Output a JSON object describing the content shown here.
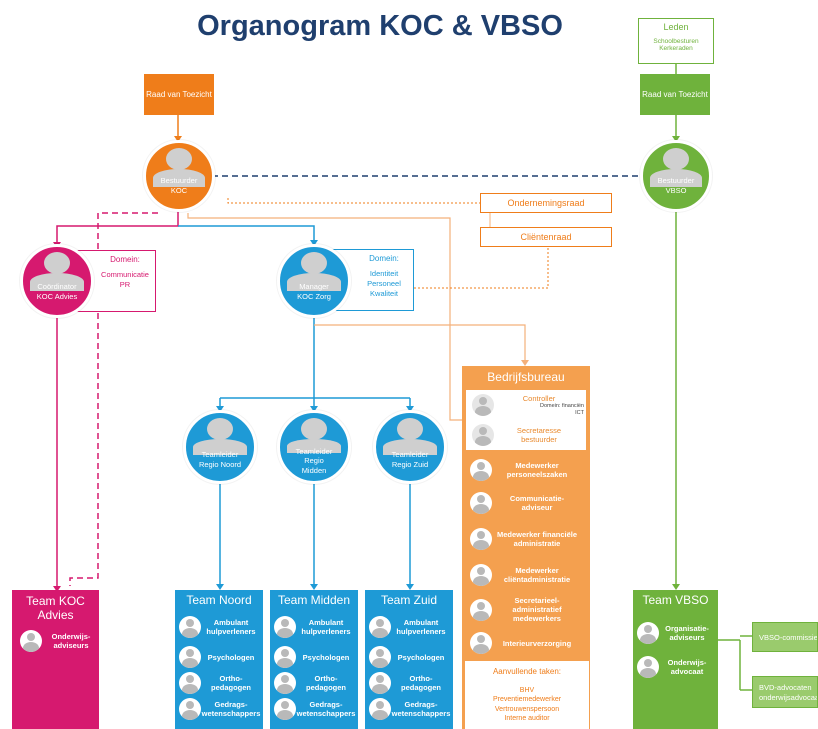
{
  "title": "Organogram KOC & VBSO",
  "colors": {
    "orange": "#ef7d1a",
    "green": "#6fb23c",
    "magenta": "#d6196f",
    "blue": "#1e9ad6",
    "navy": "#1f3f6e"
  },
  "leden": {
    "title": "Leden",
    "sub1": "Schoolbesturen",
    "sub2": "Kerkeraden"
  },
  "raad_koc": "Raad van Toezicht",
  "raad_vbso": "Raad van Toezicht",
  "bestuurder_koc": {
    "l1": "Bestuurder",
    "l2": "KOC"
  },
  "bestuurder_vbso": {
    "l1": "Bestuurder",
    "l2": "VBSO"
  },
  "ondernemingsraad": "Ondernemingsraad",
  "clientenraad": "Cliëntenraad",
  "coordinator": {
    "l1": "Coördinator",
    "l2": "KOC Advies"
  },
  "domain_koc": {
    "title": "Domein:",
    "l1": "Communicatie",
    "l2": "PR"
  },
  "manager": {
    "l1": "Manager",
    "l2": "KOC Zorg"
  },
  "domain_zorg": {
    "title": "Domein:",
    "l1": "Identiteit",
    "l2": "Personeel",
    "l3": "Kwaliteit"
  },
  "teamleiders": [
    {
      "l1": "Teamleider",
      "l2": "Regio Noord",
      "l3": ""
    },
    {
      "l1": "Teamleider",
      "l2": "Regio",
      "l3": "Midden"
    },
    {
      "l1": "Teamleider",
      "l2": "Regio Zuid",
      "l3": ""
    }
  ],
  "bedrijfsbureau": {
    "title": "Bedrijfsbureau",
    "controller": "Controller",
    "controller_domain": "Domein: financiën",
    "controller_domain2": "ICT",
    "secretaresse": "Secretaresse bestuurder",
    "items": [
      "Medewerker personeelszaken",
      "Communicatie-adviseur",
      "Medewerker financiële administratie",
      "Medewerker cliëntadministratie",
      "Secretarieel-administratief medewerkers",
      "Interieurverzorging"
    ],
    "aanvullend_title": "Aanvullende taken:",
    "aanvullend": [
      "BHV",
      "Preventiemedewerker",
      "Vertrouwenspersoon",
      "Interne auditor"
    ]
  },
  "team_koc": {
    "title": "Team KOC Advies",
    "items": [
      "Onderwijs-adviseurs"
    ]
  },
  "team_noord": {
    "title": "Team Noord",
    "items": [
      "Ambulant hulpverleners",
      "Psychologen",
      "Ortho-pedagogen",
      "Gedrags-wetenschappers"
    ]
  },
  "team_midden": {
    "title": "Team Midden",
    "items": [
      "Ambulant hulpverleners",
      "Psychologen",
      "Ortho-pedagogen",
      "Gedrags-wetenschappers"
    ]
  },
  "team_zuid": {
    "title": "Team Zuid",
    "items": [
      "Ambulant hulpverleners",
      "Psychologen",
      "Ortho-pedagogen",
      "Gedrags-wetenschappers"
    ]
  },
  "team_vbso": {
    "title": "Team VBSO",
    "items": [
      "Organisatie-adviseurs",
      "Onderwijs-advocaat"
    ]
  },
  "vbso_commissie": "VBSO-commissie",
  "bvd": {
    "l1": "BVD-advocaten",
    "l2": "onderwijsadvocaat"
  }
}
